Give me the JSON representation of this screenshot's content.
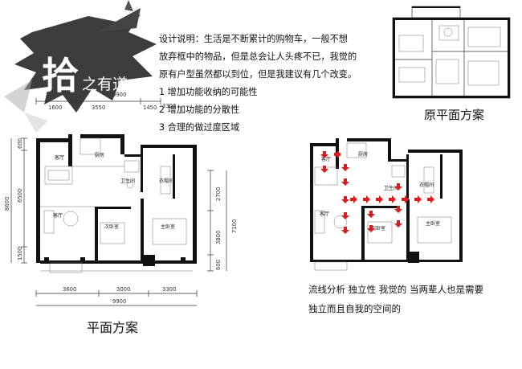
{
  "header": {
    "brush_char": "拾",
    "title_suffix": "之有道"
  },
  "description": {
    "lines": [
      "设计说明：生活是不断累计的购物车，一般不想",
      "放弃框中的物品，但是总会让人头疼不已，我觉的",
      "原有户型虽然都以到位，但是我建议有几个改变。"
    ],
    "points": [
      "1 增加功能收纳的可能性",
      "2 增加功能的分散性",
      "3 合理的做过度区域"
    ]
  },
  "original_plan": {
    "caption": "原平面方案"
  },
  "plan": {
    "caption": "平面方案",
    "top_dims": {
      "total": "9900",
      "segments": [
        "1600",
        "3550",
        "1450"
      ],
      "sub": "3300"
    },
    "bottom_dims": {
      "segments": [
        "3600",
        "3000",
        "3300"
      ],
      "total": "9900"
    },
    "left_dims": {
      "total": "8600",
      "segments": [
        "600",
        "6500",
        "1500"
      ]
    },
    "right_dims": {
      "segments": [
        "2700",
        "3800",
        "600"
      ],
      "total": "7100"
    },
    "room_labels": [
      "客厅",
      "厨房",
      "卫生间",
      "衣帽间",
      "客厅",
      "次卧室",
      "主卧室"
    ]
  },
  "flow_plan": {
    "caption_lines": [
      "流线分析  独立性  我觉的  当两辈人也是需要",
      "独立而且自我的空间的"
    ]
  },
  "colors": {
    "arrow": "#d42020",
    "wall": "#111111",
    "brush": "#2b2b2b"
  }
}
